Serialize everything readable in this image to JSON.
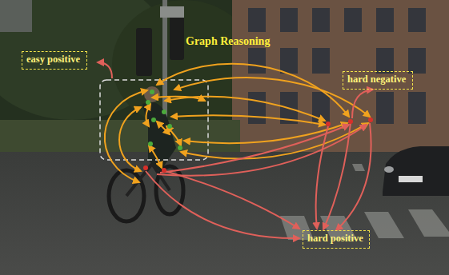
{
  "diagram": {
    "title": "Graph Reasoning",
    "nodes": [
      {
        "text": [
          "easy positive"
        ]
      },
      {
        "text": [
          "hard negative"
        ]
      },
      {
        "text": [
          "hard positive"
        ]
      }
    ]
  }
}
